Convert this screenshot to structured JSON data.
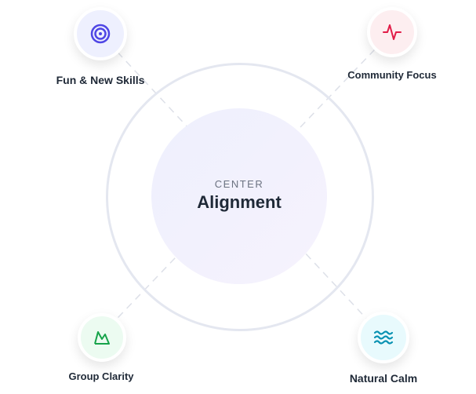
{
  "center": {
    "eyebrow": "CENTER",
    "title": "Alignment"
  },
  "nodes": [
    {
      "label": "Fun & New Skills",
      "icon": "target-icon",
      "color": "#4f46e5",
      "bg": "#eef0fe"
    },
    {
      "label": "Community Focus",
      "icon": "pulse-icon",
      "color": "#e11d48",
      "bg": "#fdeef0"
    },
    {
      "label": "Group Clarity",
      "icon": "mountain-icon",
      "color": "#16a34a",
      "bg": "#ecfbf1"
    },
    {
      "label": "Natural Calm",
      "icon": "waves-icon",
      "color": "#0891b2",
      "bg": "#e8fafd"
    }
  ]
}
